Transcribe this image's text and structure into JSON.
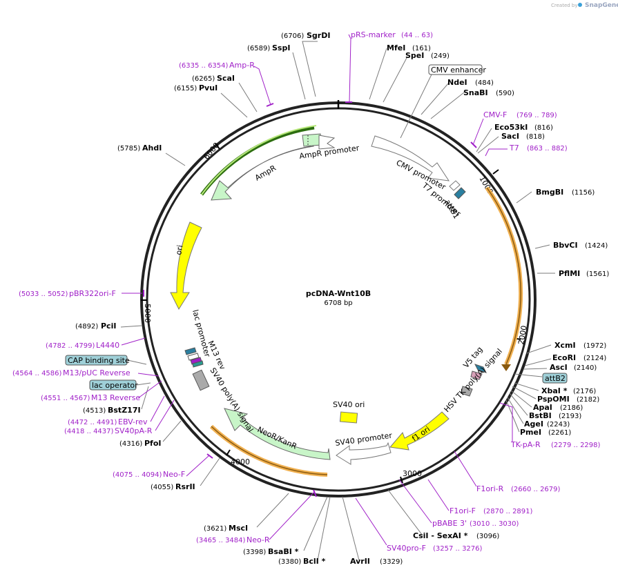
{
  "header": {
    "created_by": "Created by",
    "brand": "SnapGene"
  },
  "plasmid": {
    "name": "pcDNA-Wnt10B",
    "length_label": "6708 bp",
    "length": 6708
  },
  "ticks": [
    "1000",
    "2000",
    "3000",
    "4000",
    "5000",
    "6000"
  ],
  "sites": [
    {
      "name": "SgrDI",
      "pos": "(6706)"
    },
    {
      "name": "SspI",
      "pos": "(6589)"
    },
    {
      "name": "ScaI",
      "pos": "(6265)"
    },
    {
      "name": "PvuI",
      "pos": "(6155)"
    },
    {
      "name": "AhdI",
      "pos": "(5785)"
    },
    {
      "name": "PciI",
      "pos": "(4892)"
    },
    {
      "name": "BstZ17I",
      "pos": "(4513)"
    },
    {
      "name": "PfoI",
      "pos": "(4316)"
    },
    {
      "name": "RsrII",
      "pos": "(4055)"
    },
    {
      "name": "MscI",
      "pos": "(3621)"
    },
    {
      "name": "BsaBI *",
      "pos": "(3398)"
    },
    {
      "name": "BclI *",
      "pos": "(3380)"
    },
    {
      "name": "AvrII",
      "pos": "(3329)"
    },
    {
      "name": "CsiI  - SexAI *",
      "pos": "(3096)"
    },
    {
      "name": "MfeI",
      "pos": "(161)"
    },
    {
      "name": "SpeI",
      "pos": "(249)"
    },
    {
      "name": "NdeI",
      "pos": "(484)"
    },
    {
      "name": "SnaBI",
      "pos": "(590)"
    },
    {
      "name": "Eco53kI",
      "pos": "(816)"
    },
    {
      "name": "SacI",
      "pos": "(818)"
    },
    {
      "name": "BmgBI",
      "pos": "(1156)"
    },
    {
      "name": "BbvCI",
      "pos": "(1424)"
    },
    {
      "name": "PflMI",
      "pos": "(1561)"
    },
    {
      "name": "XcmI",
      "pos": "(1972)"
    },
    {
      "name": "EcoRI",
      "pos": "(2124)"
    },
    {
      "name": "AscI",
      "pos": "(2140)"
    },
    {
      "name": "XbaI *",
      "pos": "(2176)"
    },
    {
      "name": "PspOMI",
      "pos": "(2182)"
    },
    {
      "name": "ApaI",
      "pos": "(2186)"
    },
    {
      "name": "BstBI",
      "pos": "(2193)"
    },
    {
      "name": "AgeI",
      "pos": "(2243)"
    },
    {
      "name": "PmeI",
      "pos": "(2261)"
    }
  ],
  "primers": [
    {
      "name": "pRS-marker",
      "pos": "(44 .. 63)"
    },
    {
      "name": "Amp-R",
      "pos": "(6335 .. 6354)"
    },
    {
      "name": "CMV-F",
      "pos": "(769 .. 789)"
    },
    {
      "name": "T7",
      "pos": "(863 .. 882)"
    },
    {
      "name": "pBR322ori-F",
      "pos": "(5033 .. 5052)"
    },
    {
      "name": "L4440",
      "pos": "(4782 .. 4799)"
    },
    {
      "name": "M13/pUC Reverse",
      "pos": "(4564 .. 4586)"
    },
    {
      "name": "M13 Reverse",
      "pos": "(4551 .. 4567)"
    },
    {
      "name": "EBV-rev",
      "pos": "(4472 .. 4491)"
    },
    {
      "name": "SV40pA-R",
      "pos": "(4418 .. 4437)"
    },
    {
      "name": "Neo-F",
      "pos": "(4075 .. 4094)"
    },
    {
      "name": "Neo-R",
      "pos": "(3465 .. 3484)"
    },
    {
      "name": "SV40pro-F",
      "pos": "(3257 .. 3276)"
    },
    {
      "name": "pBABE 3'",
      "pos": "(3010 .. 3030)"
    },
    {
      "name": "F1ori-F",
      "pos": "(2870 .. 2891)"
    },
    {
      "name": "F1ori-R",
      "pos": "(2660 .. 2679)"
    },
    {
      "name": "TK-pA-R",
      "pos": "(2279 .. 2298)"
    }
  ],
  "boxed_features": [
    {
      "name": "CMV enhancer"
    },
    {
      "name": "attB2"
    },
    {
      "name": "CAP binding site"
    },
    {
      "name": "lac operator"
    }
  ],
  "features": {
    "ampr": "AmpR",
    "ampr_promoter": "AmpR promoter",
    "ori": "ori",
    "cmv_promoter": "CMV promoter",
    "t7_promoter": "T7 promoter",
    "attb1": "attB1",
    "v5_tag": "V5 tag",
    "hsv_tk": "HSV TK poly(A) signal",
    "f1_ori": "f1 ori",
    "sv40_ori": "SV40 ori",
    "sv40_promoter": "SV40 promoter",
    "neo": "NeoR/KanR",
    "sv40_polya": "SV40 poly(A) signal",
    "lac_promoter": "lac promoter",
    "m13_rev": "M13 rev"
  },
  "colors": {
    "backbone": "#222222",
    "amp": "#c8f5c8",
    "amp_highlight": "#3a8a1a",
    "ori": "#ffff00",
    "orf_highlight": "#f0b050",
    "primer": "#a020c8",
    "boxed": "#9fd0d8",
    "promoter": "#ffffff"
  }
}
